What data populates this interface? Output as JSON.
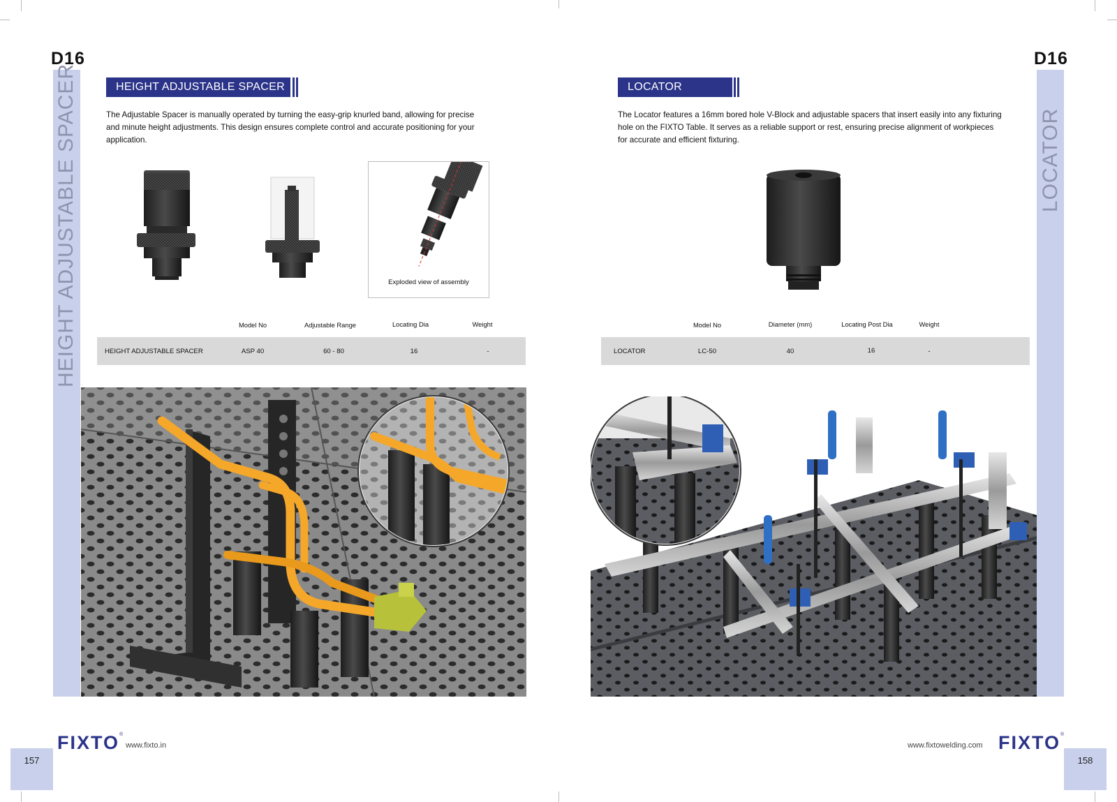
{
  "left": {
    "code": "D16",
    "side_label": "HEIGHT ADJUSTABLE SPACER",
    "title": "HEIGHT ADJUSTABLE SPACER",
    "description_lines": [
      "The Adjustable Spacer is manually operated by turning the easy-grip knurled band, allowing for precise",
      "and minute height adjustments. This design ensures complete control and accurate positioning for your",
      "application."
    ],
    "exploded_caption": "Exploded view of assembly",
    "table": {
      "headers": [
        "Model No",
        "Adjustable Range",
        "Locating Dia",
        "Weight"
      ],
      "row": [
        "HEIGHT ADJUSTABLE SPACER",
        "ASP 40",
        "60 - 80",
        "16",
        "-"
      ]
    },
    "logo": "FIXTO",
    "url": "www.fixto.in",
    "page_number": "157"
  },
  "right": {
    "code": "D16",
    "side_label": "LOCATOR",
    "title": "LOCATOR",
    "description_lines": [
      "The Locator features a 16mm bored hole V-Block and adjustable spacers that insert easily into any fixturing",
      "hole on the FIXTO Table. It serves as a reliable support or rest, ensuring precise alignment of workpieces",
      "for accurate and efficient fixturing."
    ],
    "table": {
      "headers": [
        "Model No",
        "Diameter (mm)",
        "Locating Post Dia",
        "Weight"
      ],
      "row": [
        "LOCATOR",
        "LC-50",
        "40",
        "16",
        "-"
      ]
    },
    "logo": "FIXTO",
    "url": "www.fixtowelding.com",
    "page_number": "158"
  },
  "colors": {
    "brand_navy": "#2b3488",
    "sidebar_lavender": "#c9d0ec",
    "side_text_gray": "#8f94ad",
    "table_row_gray": "#d9d9d9"
  }
}
